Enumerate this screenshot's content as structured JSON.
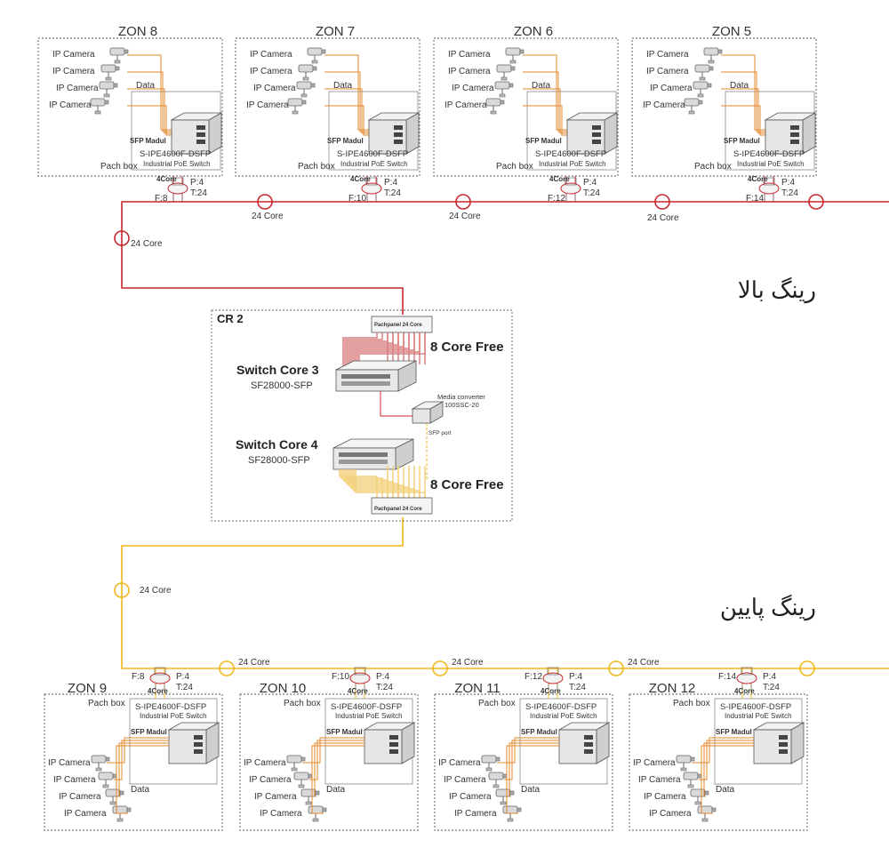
{
  "colors": {
    "upper_ring": "#c8252c",
    "lower_ring": "#f2b619",
    "cable": "#e3882b",
    "cable_light": "#f0c060",
    "zone_border": "#555555",
    "text": "#333333"
  },
  "labels": {
    "ring_upper": "رینگ بالا",
    "ring_lower": "رینگ پایین",
    "core_24": "24 Core",
    "core_4": "4Core"
  },
  "zones_top": [
    {
      "name": "ZON 8",
      "f": "F:8",
      "p": "P:4",
      "t": "T:24"
    },
    {
      "name": "ZON 7",
      "f": "F:10",
      "p": "P:4",
      "t": "T:24"
    },
    {
      "name": "ZON 6",
      "f": "F:12",
      "p": "P:4",
      "t": "T:24"
    },
    {
      "name": "ZON 5",
      "f": "F:14",
      "p": "P:4",
      "t": "T:24"
    }
  ],
  "zones_bottom": [
    {
      "name": "ZON 9",
      "f": "F:8",
      "p": "P:4",
      "t": "T:24"
    },
    {
      "name": "ZON 10",
      "f": "F:10",
      "p": "P:4",
      "t": "T:24"
    },
    {
      "name": "ZON 11",
      "f": "F:12",
      "p": "P:4",
      "t": "T:24"
    },
    {
      "name": "ZON 12",
      "f": "F:14",
      "p": "P:4",
      "t": "T:24"
    }
  ],
  "zone_common": {
    "camera": "IP Camera",
    "data": "Data",
    "sfp": "SFP Madul",
    "switch_model": "S-IPE4600F-DSFP",
    "switch_desc": "Industrial PoE Switch",
    "patch_box": "Pach box"
  },
  "cr2": {
    "title": "CR 2",
    "patchpanel": "Pachpanel 24 Core",
    "free": "8 Core Free",
    "core3_name": "Switch Core 3",
    "core3_model": "SF28000-SFP",
    "core4_name": "Switch Core 4",
    "core4_model": "SF28000-SFP",
    "media_converter": "Media converter",
    "media_model": "100SSC-20",
    "sfp_port": "SFP port"
  }
}
